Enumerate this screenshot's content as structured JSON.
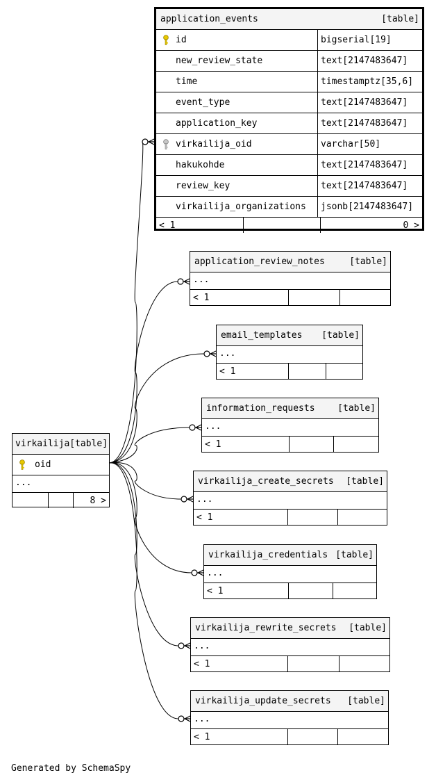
{
  "focus_table": {
    "name": "application_events",
    "kind": "[table]",
    "columns": [
      {
        "name": "id",
        "type": "bigserial[19]",
        "key": "primary"
      },
      {
        "name": "new_review_state",
        "type": "text[2147483647]",
        "key": ""
      },
      {
        "name": "time",
        "type": "timestamptz[35,6]",
        "key": ""
      },
      {
        "name": "event_type",
        "type": "text[2147483647]",
        "key": ""
      },
      {
        "name": "application_key",
        "type": "text[2147483647]",
        "key": ""
      },
      {
        "name": "virkailija_oid",
        "type": "varchar[50]",
        "key": "foreign"
      },
      {
        "name": "hakukohde",
        "type": "text[2147483647]",
        "key": ""
      },
      {
        "name": "review_key",
        "type": "text[2147483647]",
        "key": ""
      },
      {
        "name": "virkailija_organizations",
        "type": "jsonb[2147483647]",
        "key": ""
      }
    ],
    "footer_left": "< 1",
    "footer_right": "0 >"
  },
  "parent_table": {
    "name": "virkailija",
    "kind": "[table]",
    "key_column": "oid",
    "ellipsis": "...",
    "footer_right": "8 >"
  },
  "child_tables": [
    {
      "name": "application_review_notes",
      "kind": "[table]",
      "ellipsis": "...",
      "footer_left": "< 1"
    },
    {
      "name": "email_templates",
      "kind": "[table]",
      "ellipsis": "...",
      "footer_left": "< 1"
    },
    {
      "name": "information_requests",
      "kind": "[table]",
      "ellipsis": "...",
      "footer_left": "< 1"
    },
    {
      "name": "virkailija_create_secrets",
      "kind": "[table]",
      "ellipsis": "...",
      "footer_left": "< 1"
    },
    {
      "name": "virkailija_credentials",
      "kind": "[table]",
      "ellipsis": "...",
      "footer_left": "< 1"
    },
    {
      "name": "virkailija_rewrite_secrets",
      "kind": "[table]",
      "ellipsis": "...",
      "footer_left": "< 1"
    },
    {
      "name": "virkailija_update_secrets",
      "kind": "[table]",
      "ellipsis": "...",
      "footer_left": "< 1"
    }
  ],
  "footer_text": "Generated by SchemaSpy",
  "colors": {
    "primary_key": "#e8c800",
    "foreign_key": "#a0a0a0",
    "header_bg": "#f4f4f4"
  },
  "icons": {
    "primary_key": "key-icon",
    "foreign_key": "foreign-key-icon"
  }
}
